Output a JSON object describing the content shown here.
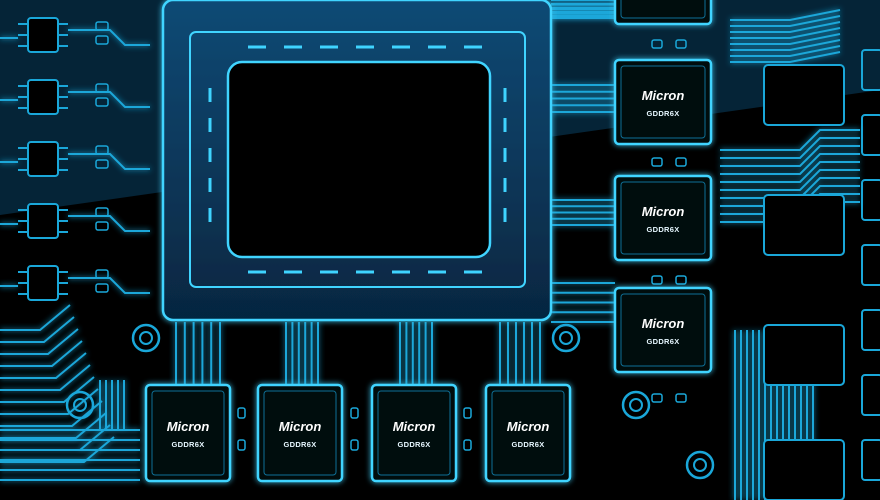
{
  "board": {
    "brand": "Micron",
    "memory_type": "GDDR6X",
    "colors": {
      "background": "#000000",
      "trace": "#1aa7d9",
      "glow": "#39d0ff",
      "chip_fill": "#030a10",
      "gpu_tint": "#0b3a5c"
    },
    "memory_chips": [
      {
        "id": "right-1"
      },
      {
        "id": "right-2"
      },
      {
        "id": "right-3"
      },
      {
        "id": "right-4"
      },
      {
        "id": "right-5"
      },
      {
        "id": "bottom-1"
      },
      {
        "id": "bottom-2"
      },
      {
        "id": "bottom-3"
      },
      {
        "id": "bottom-4"
      }
    ]
  }
}
